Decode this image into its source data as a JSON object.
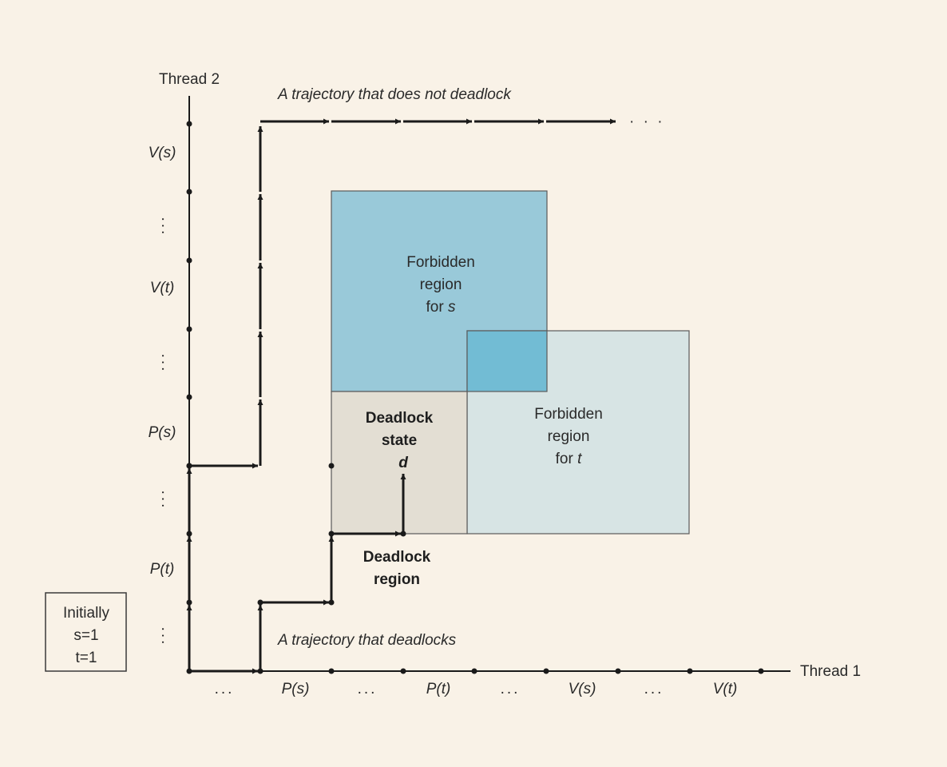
{
  "axes": {
    "y_label": "Thread 2",
    "x_label": "Thread 1",
    "x_ticks": [
      "...",
      "P(s)",
      "...",
      "P(t)",
      "...",
      "V(s)",
      "...",
      "V(t)"
    ],
    "y_ticks": [
      "...",
      "P(t)",
      "...",
      "P(s)",
      "...",
      "V(t)",
      "...",
      "V(s)"
    ]
  },
  "initial_box": {
    "line1": "Initially",
    "line2": "s=1",
    "line3": "t=1"
  },
  "regions": {
    "forbidden_s": {
      "line1": "Forbidden",
      "line2": "region",
      "line3_prefix": "for ",
      "line3_var": "s",
      "color": "#99c9d9"
    },
    "forbidden_t": {
      "line1": "Forbidden",
      "line2": "region",
      "line3_prefix": "for ",
      "line3_var": "t",
      "color": "#d7e4e4"
    },
    "overlap_color": "#72bcd4",
    "deadlock_state": {
      "line1": "Deadlock",
      "line2": "state",
      "line3": "d",
      "color": "#e3ded3"
    }
  },
  "labels": {
    "deadlock_region_line1": "Deadlock",
    "deadlock_region_line2": "region",
    "traj_no_deadlock": "A trajectory that does not deadlock",
    "traj_deadlock": "A trajectory that deadlocks"
  }
}
